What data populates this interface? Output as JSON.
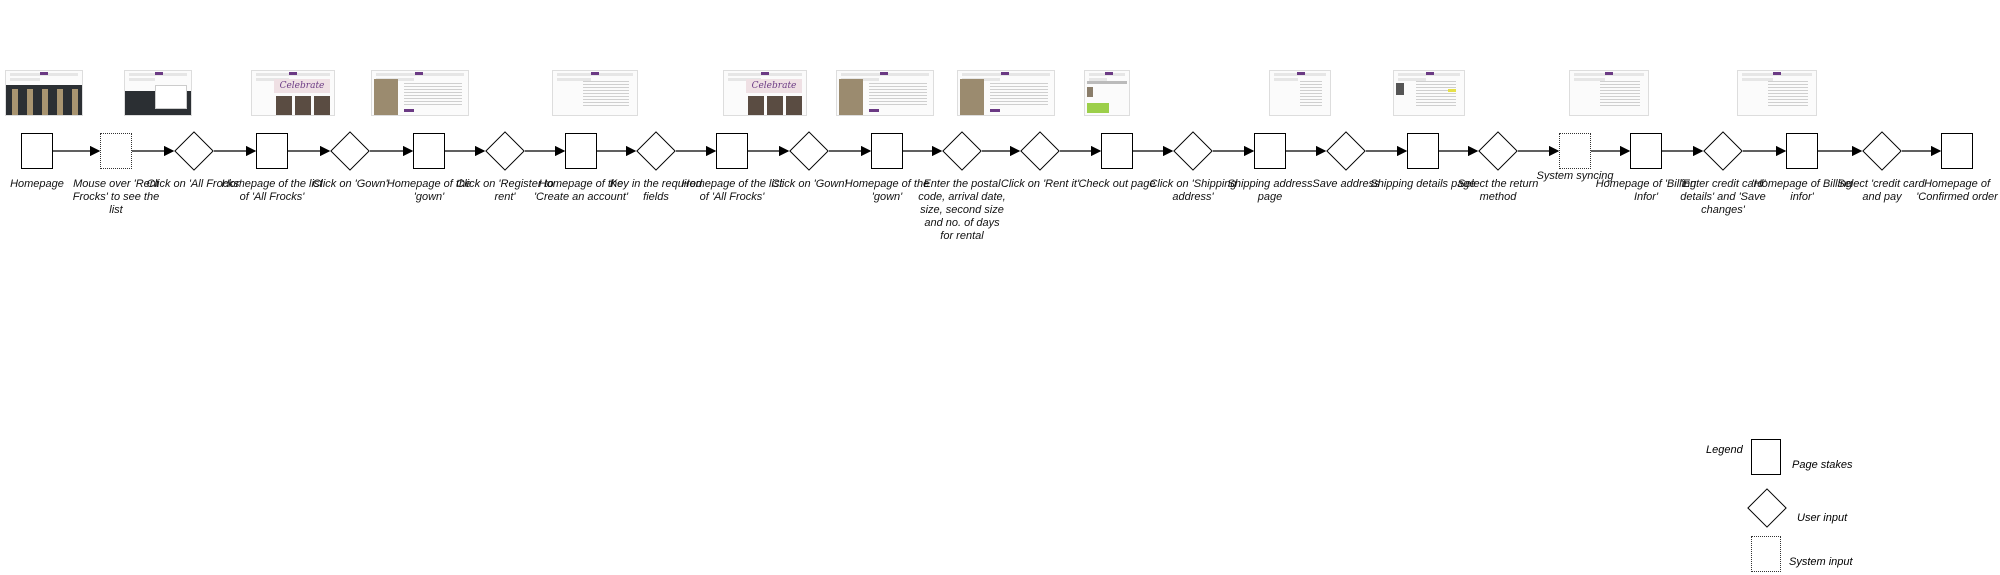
{
  "diagram": {
    "type": "user-flow",
    "steps": [
      {
        "kind": "page",
        "label": "Homepage",
        "thumb": "home"
      },
      {
        "kind": "system",
        "label": "Mouse over 'Rent Frocks' to see the list",
        "thumb": "menu"
      },
      {
        "kind": "input",
        "label": "Click on 'All Frocks'"
      },
      {
        "kind": "page",
        "label": "Homepage of the list of 'All Frocks'",
        "thumb": "list"
      },
      {
        "kind": "input",
        "label": "Click on 'Gown'"
      },
      {
        "kind": "page",
        "label": "Homepage of the 'gown'",
        "thumb": "gown"
      },
      {
        "kind": "input",
        "label": "Click on 'Register to rent'"
      },
      {
        "kind": "page",
        "label": "Homepage of the 'Create an account'",
        "thumb": "form"
      },
      {
        "kind": "input",
        "label": "Key in the required fields"
      },
      {
        "kind": "page",
        "label": "Homepage of the list of 'All Frocks'",
        "thumb": "list"
      },
      {
        "kind": "input",
        "label": "Click on 'Gown'"
      },
      {
        "kind": "page",
        "label": "Homepage of the 'gown'",
        "thumb": "gown"
      },
      {
        "kind": "input",
        "label": "Enter the postal code, arrival date, size, second size and no. of days for rental",
        "thumb": "gown"
      },
      {
        "kind": "input",
        "label": "Click on 'Rent it'"
      },
      {
        "kind": "page",
        "label": "Check out page",
        "thumb": "checkout"
      },
      {
        "kind": "input",
        "label": "Click on 'Shipping address'"
      },
      {
        "kind": "page",
        "label": "Shipping address page",
        "thumb": "address"
      },
      {
        "kind": "input",
        "label": "Save address"
      },
      {
        "kind": "page",
        "label": "Shipping details page",
        "thumb": "shipping"
      },
      {
        "kind": "input",
        "label": "Select the return method"
      },
      {
        "kind": "system",
        "label": "System syncing"
      },
      {
        "kind": "page",
        "label": "Homepage of 'Billing Infor'",
        "thumb": "billing"
      },
      {
        "kind": "input",
        "label": "'Enter credit card' details' and 'Save changes'"
      },
      {
        "kind": "page",
        "label": "'Homepage of Billing infor'",
        "thumb": "billing"
      },
      {
        "kind": "input",
        "label": "Select 'credit card' and pay"
      },
      {
        "kind": "page",
        "label": "Homepage of 'Confirmed order"
      }
    ],
    "thumb_banner_text": "Celebrate"
  },
  "legend": {
    "title": "Legend",
    "items": [
      {
        "kind": "page",
        "label": "Page stakes"
      },
      {
        "kind": "input",
        "label": "User input"
      },
      {
        "kind": "system",
        "label": "System input"
      }
    ]
  },
  "colors": {
    "accent": "#6b3a84",
    "line": "#000000"
  }
}
